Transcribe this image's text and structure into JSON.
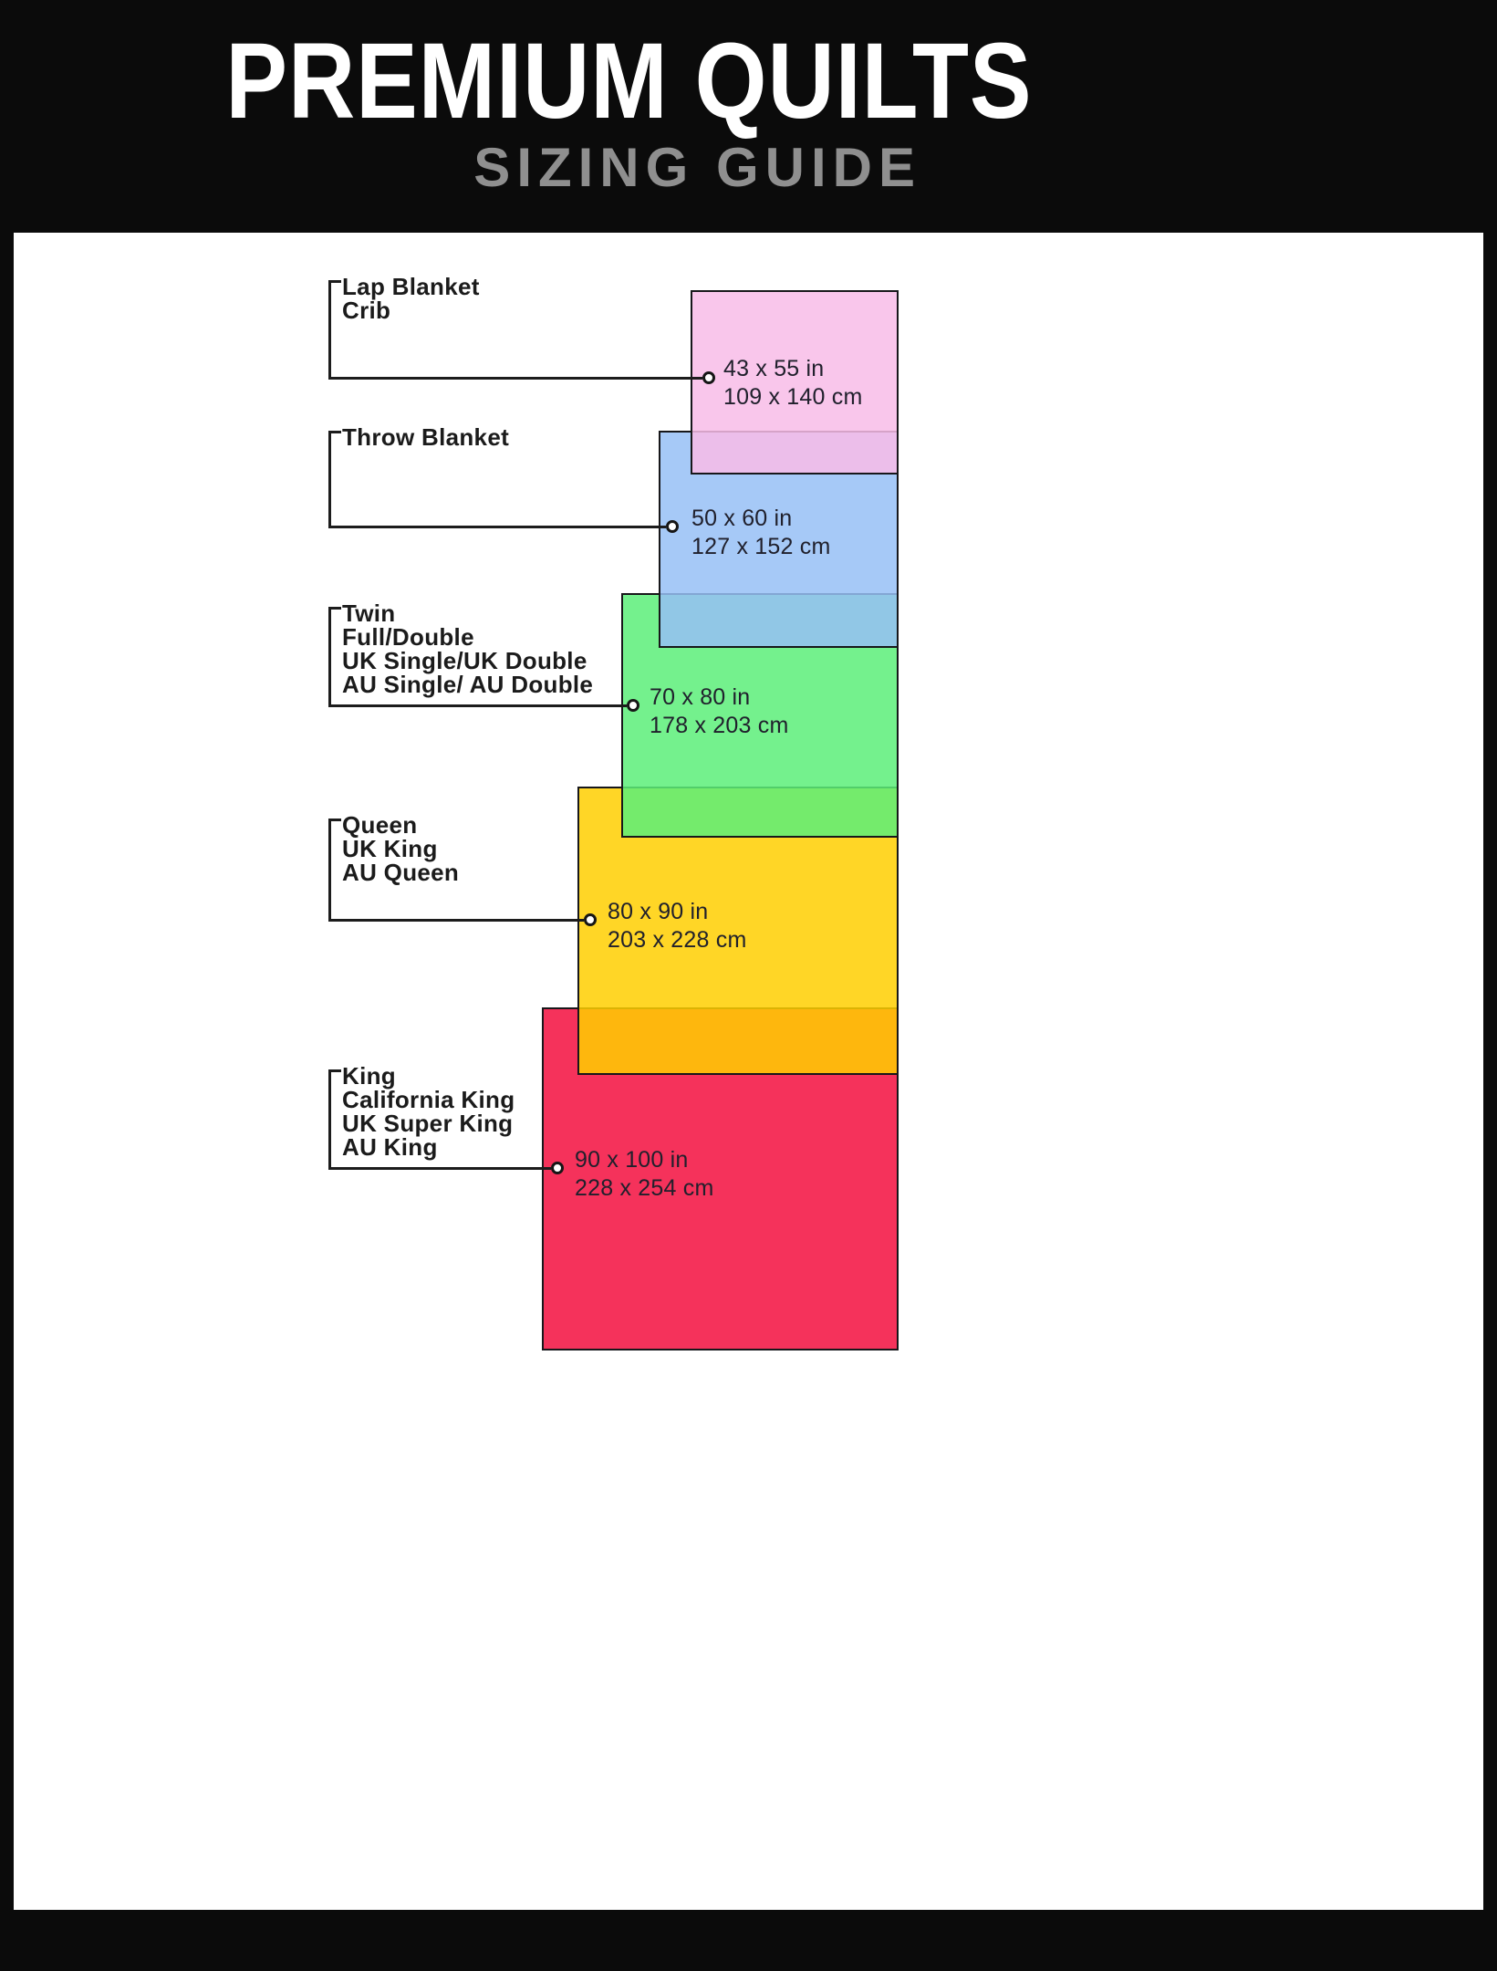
{
  "header": {
    "title": "PREMIUM QUILTS",
    "subtitle": "SIZING GUIDE"
  },
  "sizes": [
    {
      "id": "lap-blanket-crib",
      "labels": [
        "Lap Blanket",
        "Crib"
      ],
      "inches": "43 x 55 in",
      "cm": "109 x 140 cm",
      "color": "#F8BCE8"
    },
    {
      "id": "throw-blanket",
      "labels": [
        "Throw Blanket"
      ],
      "inches": "50 x 60 in",
      "cm": "127 x 152 cm",
      "color": "#97C0F6"
    },
    {
      "id": "twin-full-double",
      "labels": [
        "Twin",
        "Full/Double",
        "UK Single/UK Double",
        "AU Single/ AU Double"
      ],
      "inches": "70 x 80 in",
      "cm": "178 x 203 cm",
      "color": "#5CEE79"
    },
    {
      "id": "queen",
      "labels": [
        "Queen",
        "UK King",
        "AU Queen"
      ],
      "inches": "80 x 90 in",
      "cm": "203 x 228 cm",
      "color": "#FFCF00"
    },
    {
      "id": "king",
      "labels": [
        "King",
        "California King",
        "UK Super King",
        "AU King"
      ],
      "inches": "90 x 100 in",
      "cm": "228 x 254 cm",
      "color": "#F30E3E"
    }
  ]
}
